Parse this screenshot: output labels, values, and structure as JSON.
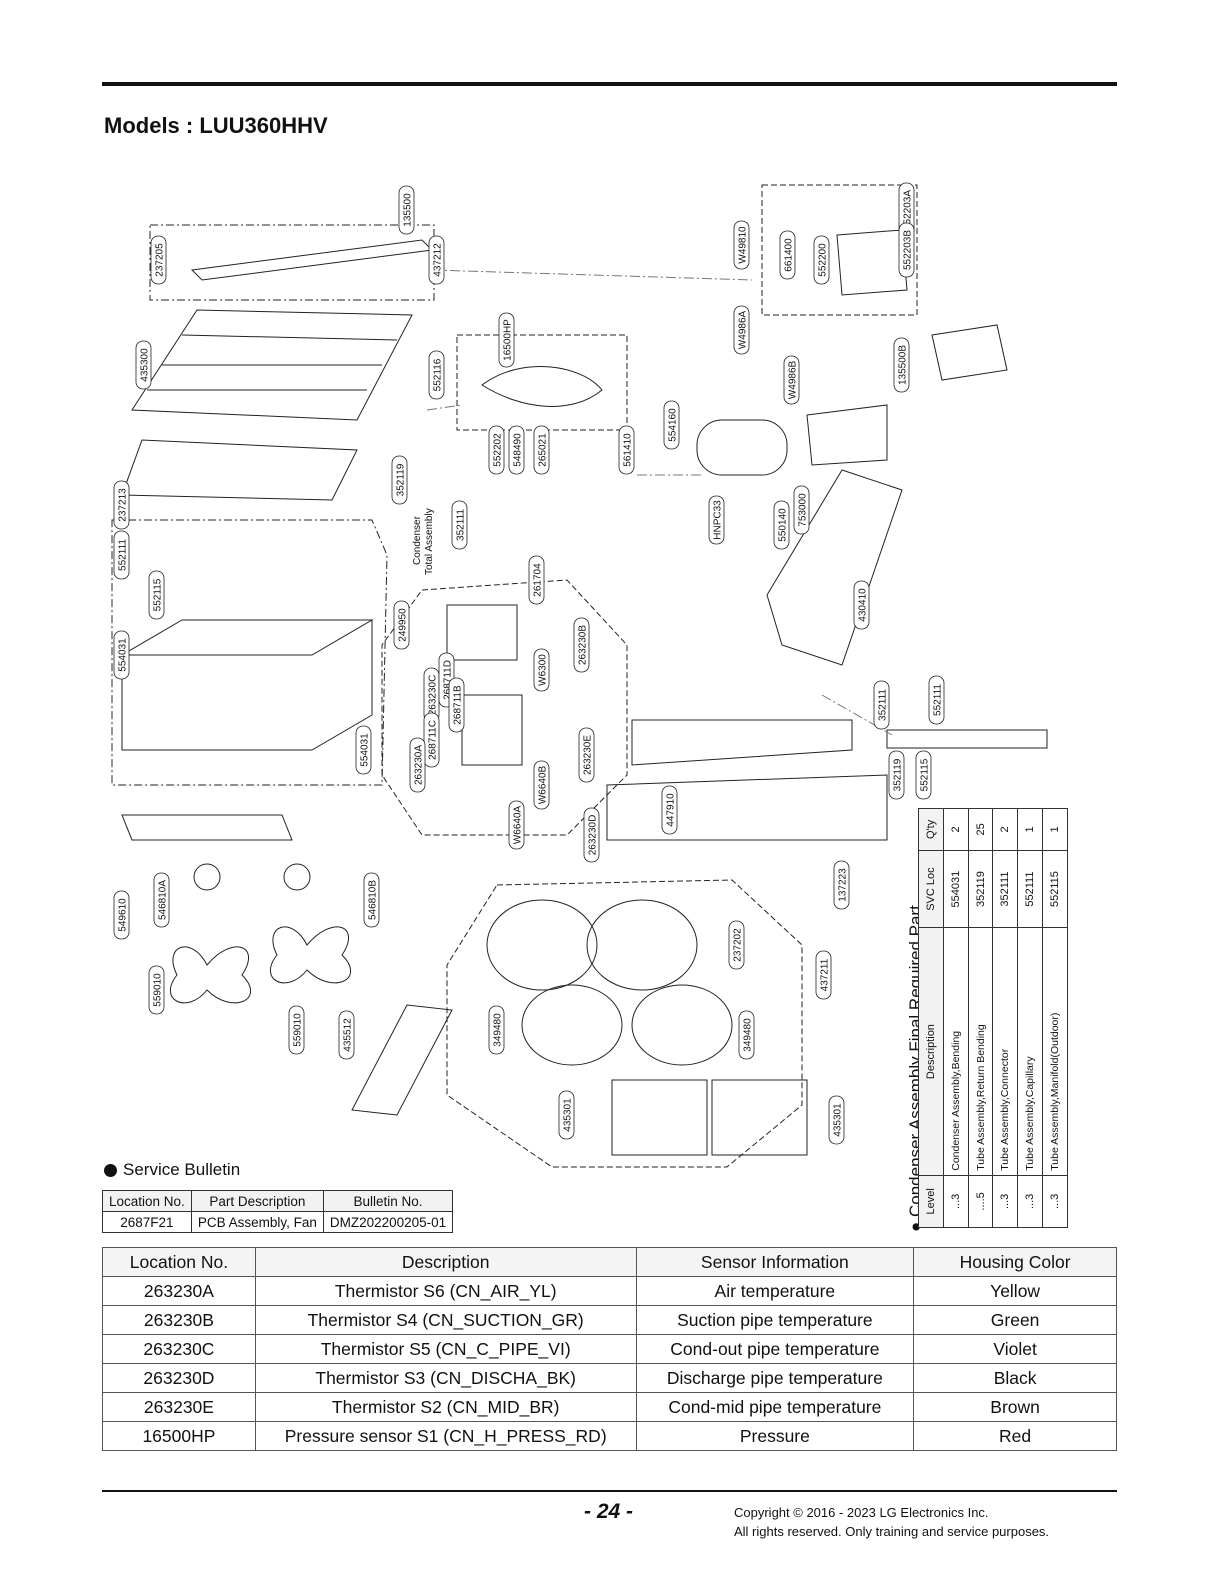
{
  "page": {
    "title": "Models : LUU360HHV",
    "page_number": "- 24 -",
    "copyright_line1": "Copyright © 2016 - 2023 LG Electronics Inc.",
    "copyright_line2": "All rights reserved. Only training and service purposes."
  },
  "diagram": {
    "callouts": [
      "135500",
      "237205",
      "437212",
      "435300",
      "237213",
      "552111",
      "552115",
      "554031",
      "554031",
      "352119",
      "352111",
      "249950",
      "261704",
      "263230B",
      "W6300",
      "263230C",
      "268711D",
      "268711B",
      "268711C",
      "263230A",
      "263230E",
      "W6640B",
      "W6640A",
      "263230D",
      "16500HP",
      "552116",
      "552202",
      "548490",
      "265021",
      "561410",
      "554160",
      "HNPC33",
      "550140",
      "753000",
      "430410",
      "W4986A",
      "W4986B",
      "135500B",
      "W49810",
      "661400",
      "552200",
      "552203A",
      "552203B",
      "447910",
      "137223",
      "237202",
      "437211",
      "349480",
      "349480",
      "435301",
      "435301",
      "435512",
      "549610",
      "546810A",
      "546810B",
      "559010",
      "559010",
      "352111",
      "552111",
      "352119",
      "552115"
    ],
    "condenser_label_line1": "Condenser",
    "condenser_label_line2": "Total Assembly"
  },
  "condenser_table": {
    "heading": "Condenser Assembly Final Required Part",
    "headers": [
      "Level",
      "Description",
      "SVC Loc",
      "Q'ty"
    ],
    "rows": [
      [
        "...3",
        "Condenser Assembly,Bending",
        "554031",
        "2"
      ],
      [
        "....5",
        "Tube Assembly,Return Bending",
        "352119",
        "25"
      ],
      [
        "...3",
        "Tube Assembly,Connector",
        "352111",
        "2"
      ],
      [
        "...3",
        "Tube Assembly,Capillary",
        "552111",
        "1"
      ],
      [
        "...3",
        "Tube Assembly,Manifold(Outdoor)",
        "552115",
        "1"
      ]
    ]
  },
  "service_bulletin": {
    "title": "Service Bulletin",
    "headers": [
      "Location No.",
      "Part Description",
      "Bulletin No."
    ],
    "row": [
      "2687F21",
      "PCB Assembly, Fan",
      "DMZ202200205-01"
    ]
  },
  "main_table": {
    "headers": [
      "Location No.",
      "Description",
      "Sensor Information",
      "Housing Color"
    ],
    "rows": [
      [
        "263230A",
        "Thermistor S6 (CN_AIR_YL)",
        "Air temperature",
        "Yellow"
      ],
      [
        "263230B",
        "Thermistor S4 (CN_SUCTION_GR)",
        "Suction pipe temperature",
        "Green"
      ],
      [
        "263230C",
        "Thermistor S5 (CN_C_PIPE_VI)",
        "Cond-out pipe temperature",
        "Violet"
      ],
      [
        "263230D",
        "Thermistor S3 (CN_DISCHA_BK)",
        "Discharge pipe temperature",
        "Black"
      ],
      [
        "263230E",
        "Thermistor S2 (CN_MID_BR)",
        "Cond-mid pipe temperature",
        "Brown"
      ],
      [
        "16500HP",
        "Pressure sensor S1 (CN_H_PRESS_RD)",
        "Pressure",
        "Red"
      ]
    ]
  }
}
